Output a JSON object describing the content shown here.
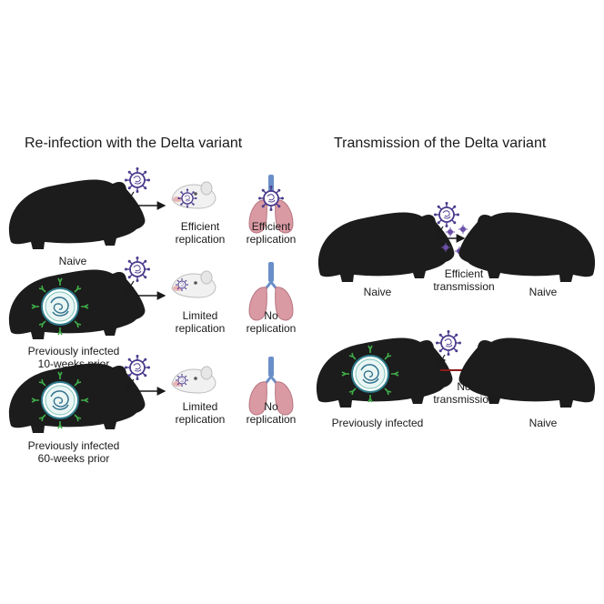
{
  "left_panel": {
    "title": "Re-infection with the Delta variant",
    "rows": [
      {
        "hamster_label": "Naive",
        "nose_label": "Efficient\nreplication",
        "lung_label": "Efficient\nreplication"
      },
      {
        "hamster_label": "Previously infected\n10-weeks prior",
        "nose_label": "Limited\nreplication",
        "lung_label": "No\nreplication"
      },
      {
        "hamster_label": "Previously infected\n60-weeks prior",
        "nose_label": "Limited\nreplication",
        "lung_label": "No\nreplication"
      }
    ]
  },
  "right_panel": {
    "title": "Transmission of the Delta variant",
    "top": {
      "left_label": "Naive",
      "middle_label": "Efficient\ntransmission",
      "right_label": "Naive"
    },
    "bottom": {
      "left_label": "Previously infected",
      "middle_label": "No\ntransmission",
      "right_label": "Naive"
    }
  },
  "colors": {
    "hamster": "#1c1c1c",
    "virus": "#4b3a8c",
    "antibody": "#3fae49",
    "lung": "#d99aa3",
    "trachea": "#6a8fc8",
    "block_line": "#8b1a1a"
  }
}
